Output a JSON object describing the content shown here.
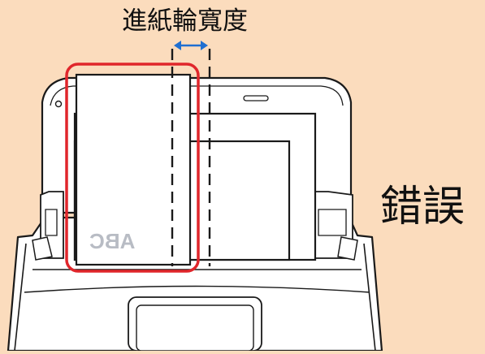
{
  "diagram": {
    "width_label": "進紙輪寬度",
    "status": "錯誤",
    "paper_print": "ABC"
  },
  "colors": {
    "background": "#fbdcbd",
    "scanner_body": "#ffffff",
    "outline": "#1a1a1a",
    "highlight": "#e0262b",
    "arrow": "#1f6fd1",
    "paper_print": "#b8bcc4"
  },
  "icons": [
    "scanner-illustration",
    "double-arrow-icon"
  ]
}
